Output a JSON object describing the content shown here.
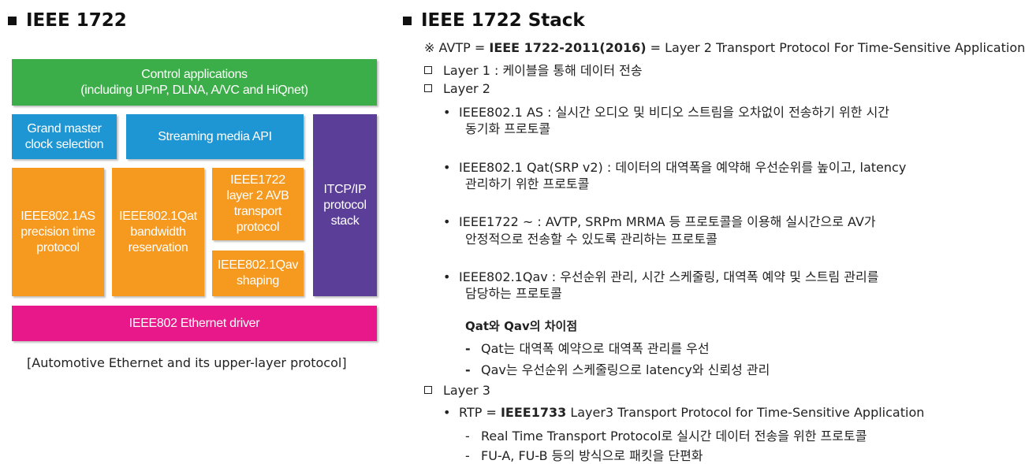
{
  "left": {
    "heading": "IEEE 1722",
    "caption": "[Automotive Ethernet and its upper-layer protocol]",
    "blocks": {
      "control": "Control applications\n(including UPnP, DLNA, A/VC and HiQnet)",
      "grandmaster": "Grand master\nclock selection",
      "streaming": "Streaming media API",
      "ieee1722": "IEEE1722\nlayer 2 AVB\ntransport\nprotocol",
      "tcpip": "ITCP/IP\nprotocol\nstack",
      "as": "IEEE802.1AS\nprecision time\nprotocol",
      "qat": "IEEE802.1Qat\nbandwidth\nreservation",
      "qav": "IEEE802.1Qav\nshaping",
      "ethernet": "IEEE802 Ethernet driver"
    }
  },
  "right": {
    "heading": "IEEE 1722 Stack",
    "note": {
      "prefix": "※ AVTP = ",
      "bold": "IEEE 1722-2011(2016)",
      "suffix": " = Layer 2 Transport Protocol For Time-Sensitive Application"
    },
    "layer1": "Layer 1 : 케이블을 통해 데이터 전송",
    "layer2": "Layer 2",
    "as_1": "IEEE802.1 AS : 실시간 오디오 및 비디오 스트림을 오차없이 전송하기 위한 시간",
    "as_2": "동기화 프로토콜",
    "qat_1": "IEEE802.1 Qat(SRP v2) : 데이터의 대역폭을 예약해 우선순위를 높이고, latency",
    "qat_2": "관리하기 위한 프로토콜",
    "i1722_1": "IEEE1722 ~ :  AVTP, SRPm MRMA 등 프로토콜을 이용해 실시간으로 AV가",
    "i1722_2": "안정적으로 전송할 수 있도록 관리하는 프로토콜",
    "qav_1": "IEEE802.1Qav : 우선순위 관리, 시간 스케줄링, 대역폭 예약 및 스트림 관리를",
    "qav_2": "담당하는 프로토콜",
    "diff_title": "Qat와 Qav의 차이점",
    "diff_1": "Qat는 대역폭 예약으로 대역폭 관리를 우선",
    "diff_2": "Qav는 우선순위 스케줄링으로 latency와 신뢰성 관리",
    "layer3": "Layer 3",
    "rtp": {
      "prefix": "RTP = ",
      "bold": "IEEE1733",
      "suffix": " Layer3 Transport Protocol for Time-Sensitive Application"
    },
    "rtp_1": "Real Time Transport Protocol로 실시간 데이터 전송을 위한 프로토콜",
    "rtp_2": "FU-A, FU-B 등의 방식으로 패킷을 단편화"
  }
}
